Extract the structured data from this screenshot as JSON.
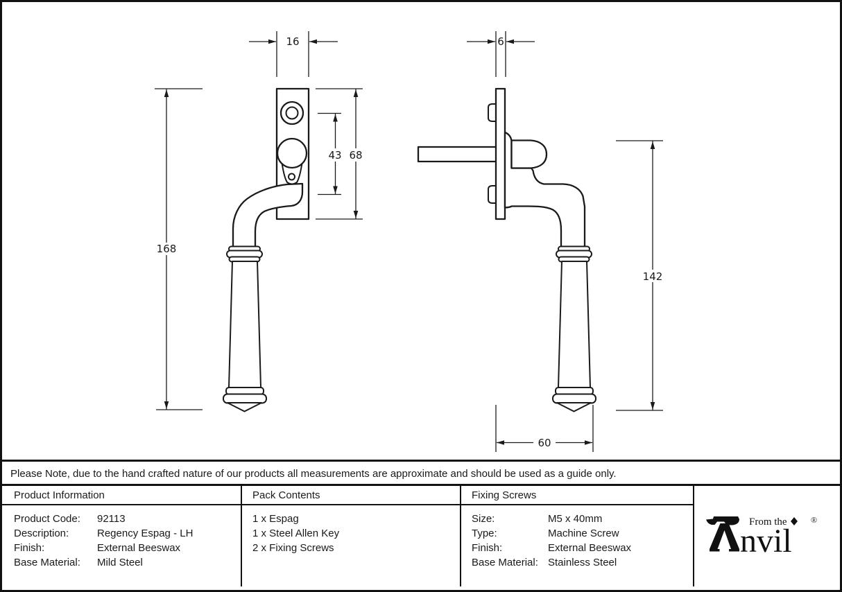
{
  "note": "Please Note, due to the hand crafted nature of our products all measurements are approximate and should be used as a guide only.",
  "drawing": {
    "front_view": {
      "width": "16",
      "plate_height": "68",
      "hole_spacing": "43",
      "overall_height": "168"
    },
    "side_view": {
      "plate_thickness": "6",
      "handle_height": "142",
      "projection": "60"
    }
  },
  "table": {
    "product_information": {
      "header": "Product Information",
      "rows": [
        {
          "label": "Product Code:",
          "value": "92113"
        },
        {
          "label": "Description:",
          "value": "Regency Espag - LH"
        },
        {
          "label": "Finish:",
          "value": "External Beeswax"
        },
        {
          "label": "Base Material:",
          "value": "Mild Steel"
        }
      ]
    },
    "pack_contents": {
      "header": "Pack Contents",
      "items": [
        "1 x Espag",
        "1 x Steel Allen Key",
        "2 x Fixing Screws"
      ]
    },
    "fixing_screws": {
      "header": "Fixing Screws",
      "rows": [
        {
          "label": "Size:",
          "value": "M5 x 40mm"
        },
        {
          "label": "Type:",
          "value": "Machine Screw"
        },
        {
          "label": "Finish:",
          "value": "External Beeswax"
        },
        {
          "label": "Base Material:",
          "value": "Stainless Steel"
        }
      ]
    }
  },
  "logo": {
    "tagline": "From the",
    "brand": "Anvil",
    "brand_suffix": "nvil",
    "registered": "®"
  },
  "colors": {
    "line": "#1a1a1a",
    "background": "#ffffff",
    "border": "#111111"
  }
}
